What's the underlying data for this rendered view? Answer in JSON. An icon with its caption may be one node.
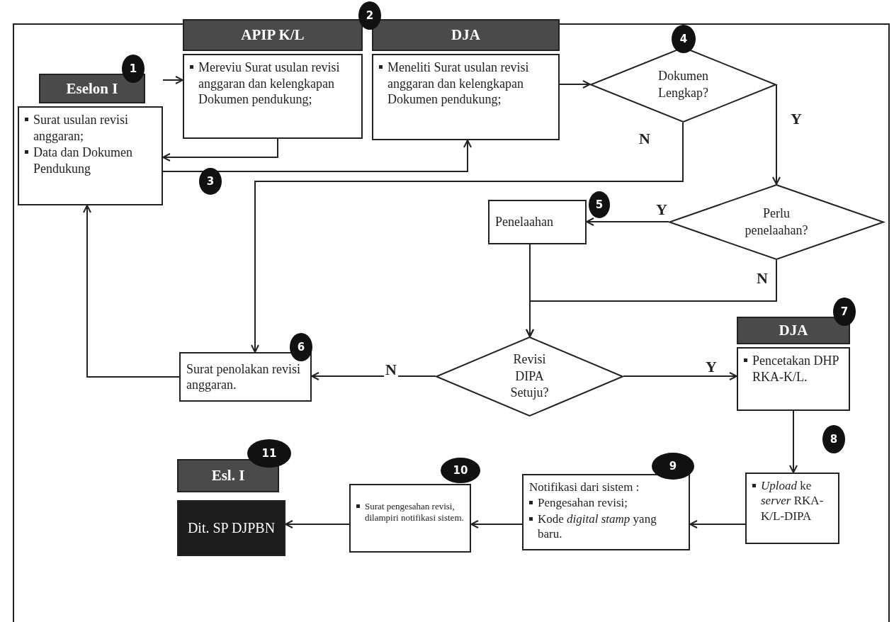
{
  "diagram": {
    "nodes": [
      {
        "text": [
          "Eselon I",
          "Surat usulan revisi anggaran;",
          "Data dan Dokumen Pendukung"
        ],
        "beside": [
          "1"
        ]
      },
      {
        "text": [
          "APIP K/L",
          "Mereviu Surat usulan revisi anggaran dan kelengkapan Dokumen pendukung;"
        ],
        "beside": [
          "2"
        ]
      },
      {
        "text": [
          "DJA",
          "Meneliti Surat usulan revisi anggaran dan kelengkapan Dokumen pendukung;"
        ]
      },
      {
        "text": [
          "Dokumen Lengkap?"
        ],
        "beside": [
          "4"
        ]
      },
      {
        "text": [
          "Perlu penelaahan?"
        ]
      },
      {
        "text": [
          "Penelaahan"
        ],
        "beside": [
          "5"
        ]
      },
      {
        "text": [
          "Revisi DIPA Setuju?"
        ]
      },
      {
        "text": [
          "Surat penolakan revisi anggaran."
        ],
        "beside": [
          "6"
        ]
      },
      {
        "text": [
          "DJA",
          "Pencetakan DHP RKA-K/L."
        ],
        "beside": [
          "7"
        ]
      },
      {
        "text": [
          "*Upload* ke *server* RKA-K/L-DIPA"
        ],
        "beside": [
          "8"
        ]
      },
      {
        "text": [
          "Notifikasi dari sistem :",
          "Pengesahan revisi;",
          "Kode *digital stamp* yang baru."
        ],
        "beside": [
          "9"
        ]
      },
      {
        "text": [
          "Surat pengesahan revisi, dilampiri notifikasi sistem."
        ],
        "beside": [
          "10"
        ]
      },
      {
        "text": [
          "Esl. I",
          "Dit. SP DJPBN"
        ],
        "beside": [
          "11"
        ]
      }
    ],
    "edges": [
      {
        "from": 0,
        "to": 1,
        "arrow": "to"
      },
      {
        "from": 1,
        "to": 0,
        "arrow": "to"
      },
      {
        "from": 0,
        "to": 2,
        "arrow": "to",
        "label": "3"
      },
      {
        "from": 2,
        "to": 3,
        "arrow": "to"
      },
      {
        "from": 3,
        "to": 4,
        "arrow": "to",
        "label": "Y"
      },
      {
        "from": 3,
        "to": 7,
        "arrow": "to",
        "label": "N"
      },
      {
        "from": 4,
        "to": 5,
        "arrow": "to",
        "label": "Y"
      },
      {
        "from": 4,
        "to": 6,
        "arrow": "to",
        "label": "N"
      },
      {
        "from": 5,
        "to": 6,
        "arrow": "to"
      },
      {
        "from": 6,
        "to": 7,
        "arrow": "to",
        "label": "N"
      },
      {
        "from": 6,
        "to": 8,
        "arrow": "to",
        "label": "Y"
      },
      {
        "from": 7,
        "to": 0,
        "arrow": "to"
      },
      {
        "from": 8,
        "to": 9,
        "arrow": "to"
      },
      {
        "from": 9,
        "to": 10,
        "arrow": "to"
      },
      {
        "from": 10,
        "to": 11,
        "arrow": "to"
      },
      {
        "from": 11,
        "to": 12,
        "arrow": "to"
      }
    ]
  }
}
